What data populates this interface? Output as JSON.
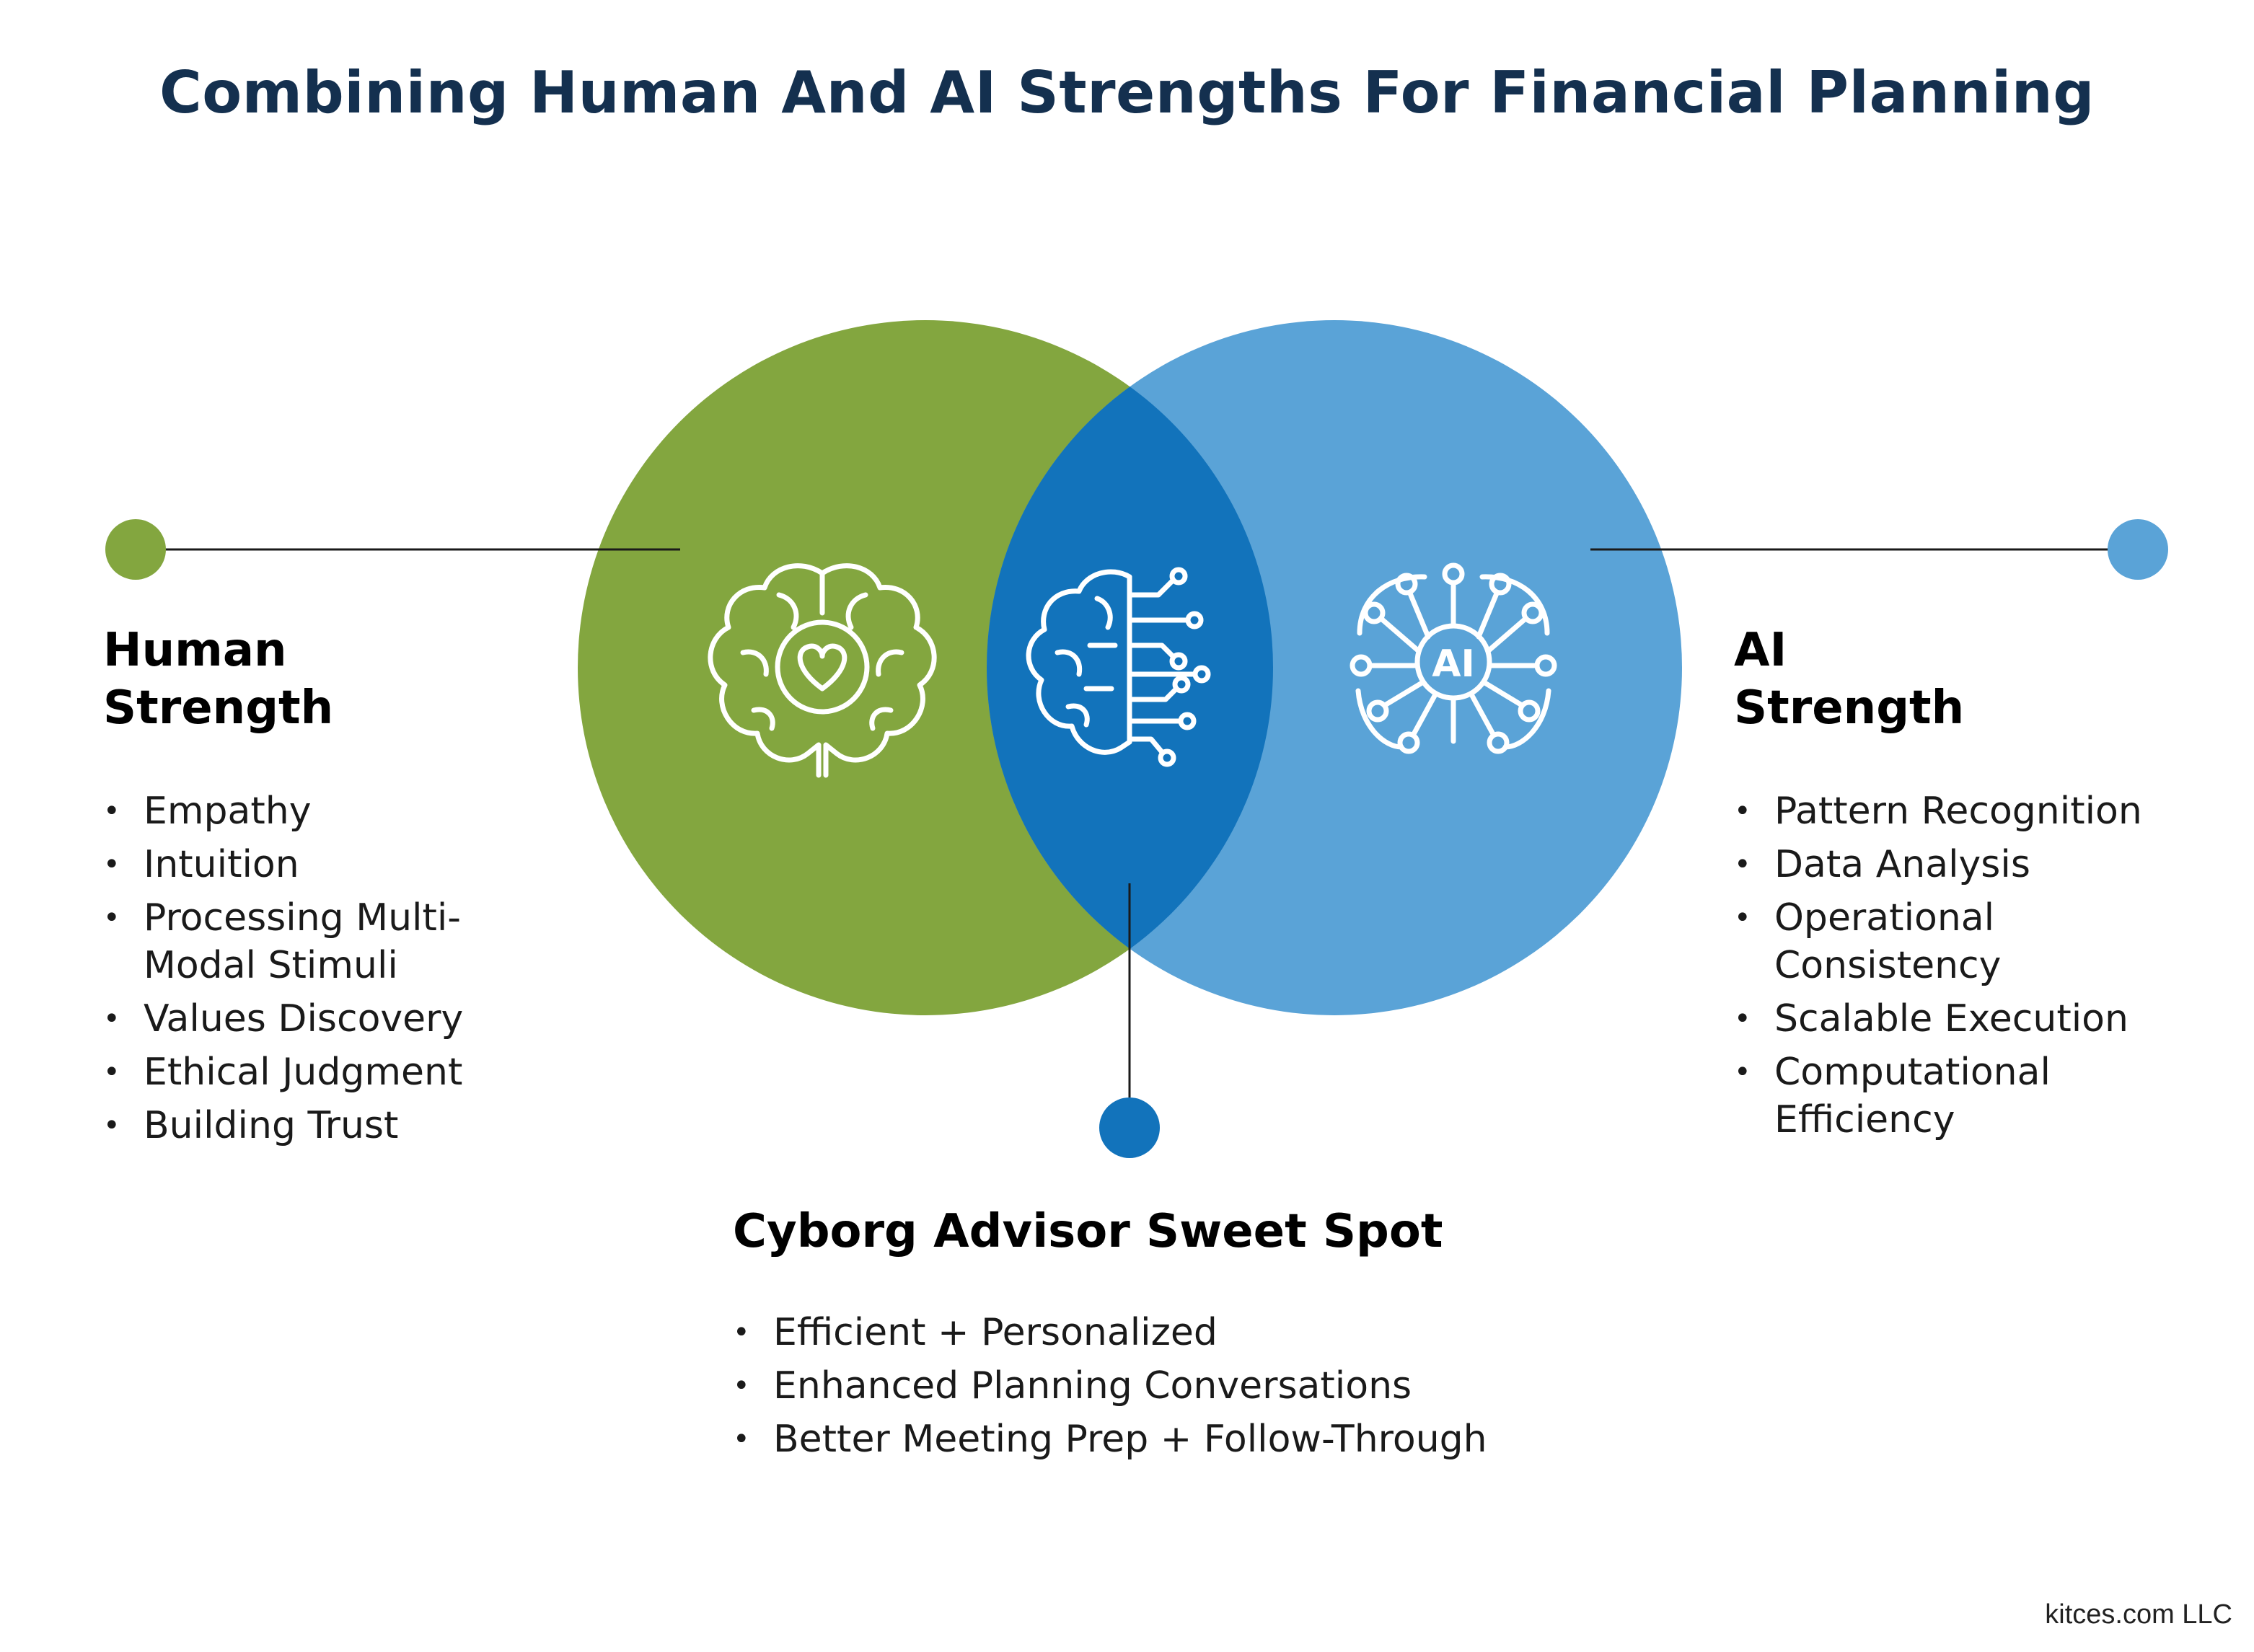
{
  "title": "Combining Human And AI Strengths For Financial Planning",
  "colors": {
    "human": "#83a63f",
    "ai": "#5aa3d7",
    "overlap": "#1273bb",
    "title": "#14304f"
  },
  "icons": {
    "human": "brain-heart-icon",
    "overlap": "brain-circuit-icon",
    "ai": "ai-brain-network-icon"
  },
  "human": {
    "heading_line1": "Human",
    "heading_line2": "Strength",
    "items": [
      "Empathy",
      "Intuition",
      "Processing Multi-Modal Stimuli",
      "Values Discovery",
      "Ethical Judgment",
      "Building Trust"
    ]
  },
  "ai": {
    "heading_line1": "AI",
    "heading_line2": "Strength",
    "icon_text": "AI",
    "items": [
      "Pattern Recognition",
      "Data Analysis",
      "Operational Consistency",
      "Scalable Execution",
      "Computational Efficiency"
    ]
  },
  "sweet_spot": {
    "heading": "Cyborg Advisor Sweet Spot",
    "items": [
      "Efficient + Personalized",
      "Enhanced Planning Conversations",
      "Better Meeting Prep + Follow-Through"
    ]
  },
  "footer": "kitces.com LLC"
}
